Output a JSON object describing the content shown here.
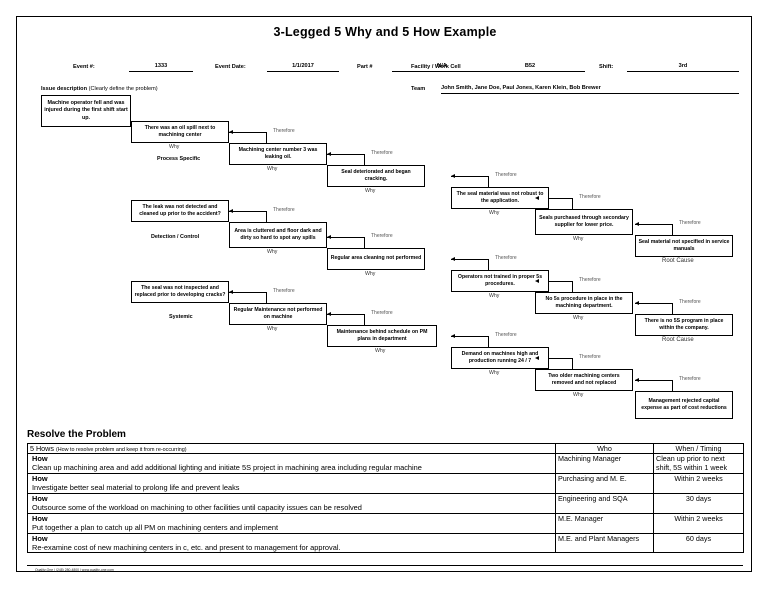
{
  "document": {
    "title": "3-Legged 5 Why and 5 How Example",
    "footer": "Quality-One | (248) 280-4800 | www.quality-one.com"
  },
  "header": {
    "event_number_label": "Event #:",
    "event_number_value": "1333",
    "event_date_label": "Event Date:",
    "event_date_value": "1/1/2017",
    "part_number_label": "Part #",
    "part_number_value": "N/A",
    "facility_label": "Facility / Work Cell",
    "facility_value": "B52",
    "shift_label": "Shift:",
    "shift_value": "3rd",
    "issue_description_label": "Issue description",
    "issue_description_note": "(Clearly define the problem)",
    "issue_description_value": "Machine operator fell and was injured during the first shift start up.",
    "team_label": "Team",
    "team_value": "John Smith, Jane Doe, Paul Jones, Karen Klein, Bob Brewer"
  },
  "diagram": {
    "connector_label_why": "Why",
    "connector_label_therefore": "Therefore",
    "root_cause_label": "Root Cause",
    "branches": [
      {
        "name": "Process Specific"
      },
      {
        "name": "Detection / Control"
      },
      {
        "name": "Systemic"
      }
    ],
    "legs": {
      "process_specific": [
        "There was an oil spill next to machining center",
        "Machining center number 3 was leaking oil.",
        "Seal deteriorated and began cracking.",
        "The seal material was not robust to the application.",
        "Seals purchased through secondary supplier for lower price.",
        "Seal material not specified in service manuals"
      ],
      "detection_control": [
        "The leak was not detected and cleaned up prior to the accident?",
        "Area is cluttered and floor dark and dirty so hard to spot any spills",
        "Regular area cleaning not performed",
        "Operators not trained in proper 5s procedures.",
        "No 5s procedure in place in the machining department.",
        "There is no 5S program in place within the company."
      ],
      "systemic": [
        "The seal was not inspected and replaced prior to developing cracks?",
        "Regular Maintenance not performed on machine",
        "Maintenance behind schedule on PM plans  in department",
        "Demand on machines high and production running 24 / 7",
        "Two older machining centers removed and not replaced",
        "Management rejected capital expense as part of cost reductions"
      ]
    }
  },
  "resolve": {
    "section_title": "Resolve the Problem",
    "table_header_left": "5 Hows",
    "table_header_left_note": "(How to resolve problem and keep it from re-occurring)",
    "column_who": "Who",
    "column_when": "When / Timing",
    "how_label": "How",
    "rows": [
      {
        "how": "Clean up machining area and add additional lighting and initiate 5S project in machining area including regular machine",
        "who": "Machining Manager",
        "when": "Clean up prior to next shift, 5S within 1 week"
      },
      {
        "how": "Investigate better seal material to prolong life and prevent leaks",
        "who": "Purchasing and M. E.",
        "when": "Within 2 weeks"
      },
      {
        "how": "Outsource some of the workload on machining to other facilities until capacity issues can be resolved",
        "who": "Engineering and SQA",
        "when": "30 days"
      },
      {
        "how": "Put together a plan to catch up all PM on machining centers and implement",
        "who": "M.E. Manager",
        "when": "Within 2 weeks"
      },
      {
        "how": "Re-examine cost of new machining centers in c, etc. and present to management for approval.",
        "who": "M.E. and Plant Managers",
        "when": "60 days"
      }
    ]
  }
}
